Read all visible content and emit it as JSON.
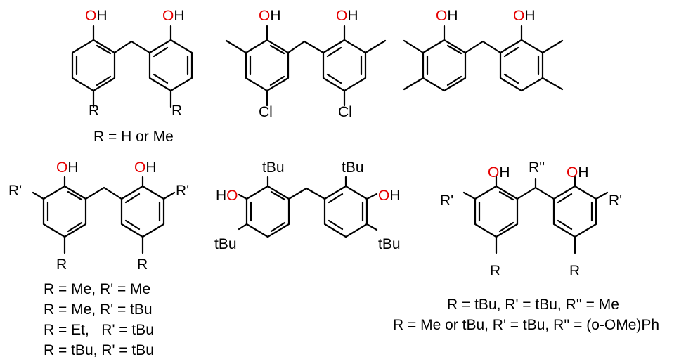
{
  "colors": {
    "bond": "#000000",
    "oxygen": "#e60000",
    "text": "#000000"
  },
  "structures": {
    "s1": {
      "oh_left": "OH",
      "oh_right": "OH",
      "r_left": "R",
      "r_right": "R",
      "caption": "R = H or Me"
    },
    "s2": {
      "oh_left": "OH",
      "oh_right": "OH",
      "cl_left": "Cl",
      "cl_right": "Cl"
    },
    "s3": {
      "oh_left": "OH",
      "oh_right": "OH"
    },
    "s4": {
      "oh_left": "OH",
      "oh_right": "OH",
      "rp_left": "R'",
      "rp_right": "R'",
      "r_left": "R",
      "r_right": "R",
      "captions": [
        "R = Me, R' = Me",
        "R = Me, R' = tBu",
        "R = Et,   R' = tBu",
        "R = tBu, R' = tBu"
      ]
    },
    "s5": {
      "ho_left": "HO",
      "oh_right": "OH",
      "tbu_top_left": "tBu",
      "tbu_top_right": "tBu",
      "tbu_bottom_left": "tBu",
      "tbu_bottom_right": "tBu"
    },
    "s6": {
      "oh_left": "OH",
      "oh_right": "OH",
      "rpp": "R''",
      "rp_left": "R'",
      "rp_right": "R'",
      "r_left": "R",
      "r_right": "R",
      "captions": [
        "R = tBu, R' = tBu, R'' = Me",
        "R = Me or tBu, R' = tBu, R'' = (o-OMe)Ph"
      ]
    }
  }
}
